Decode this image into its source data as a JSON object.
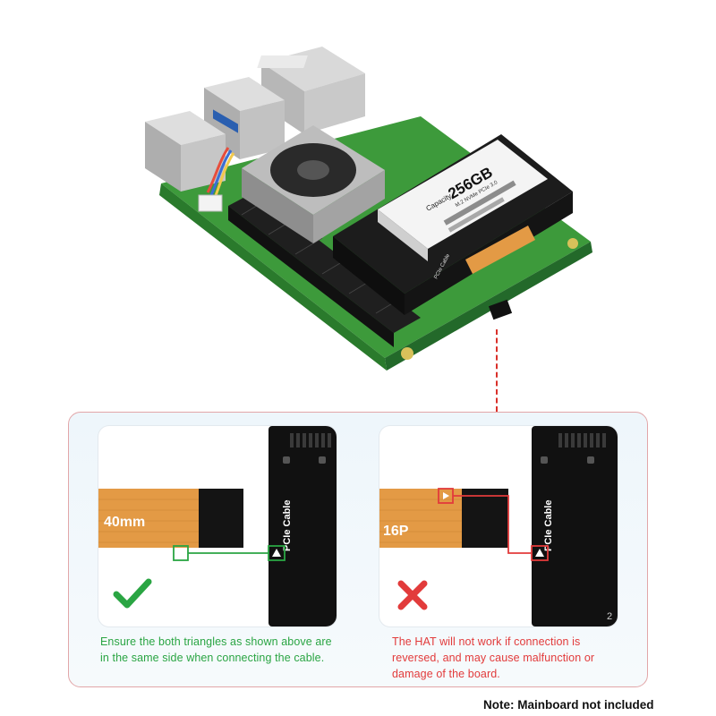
{
  "ssd": {
    "capacity": "256GB",
    "capacity_prefix": "Capacity",
    "subtitle": "M.2 NVMe PCIe 3.0",
    "flex_label": "PCIe Cable"
  },
  "panels": {
    "left": {
      "cable_text": "40mm",
      "board_label": "PCIe Cable",
      "status": "correct",
      "caption": "Ensure the both triangles as shown above are in the same side when connecting the cable."
    },
    "right": {
      "cable_text": "16P",
      "board_label": "PCIe Cable",
      "board_mark": "2",
      "status": "wrong",
      "caption": "The HAT will not work if connection is reversed, and may cause malfunction or damage of the board."
    }
  },
  "colors": {
    "success": "#2aa543",
    "error": "#e23b3b",
    "frame": "#e2a6a8",
    "dashed_leader": "#d9302a",
    "flex_cable": "#e39a45"
  },
  "icons": [
    "check-icon",
    "cross-icon",
    "triangle-marker-icon"
  ],
  "note": "Note: Mainboard not included"
}
